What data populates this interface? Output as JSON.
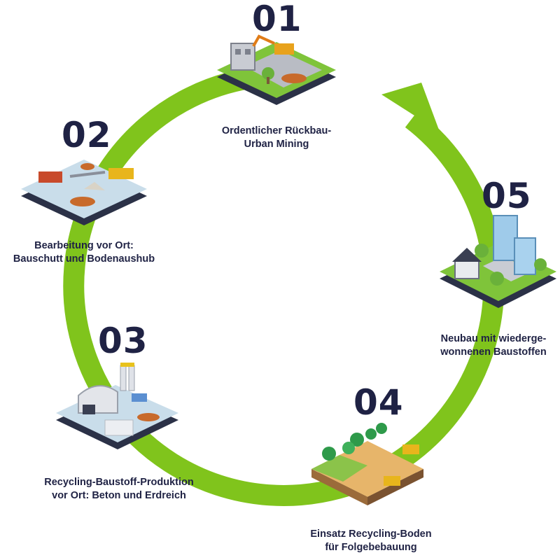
{
  "colors": {
    "ring": "#80c41c",
    "text": "#1f2244"
  },
  "steps": [
    {
      "number": "01",
      "line1": "Ordentlicher Rückbau-",
      "line2": "Urban Mining"
    },
    {
      "number": "02",
      "line1": "Bearbeitung vor Ort:",
      "line2": "Bauschutt und Bodenaushub"
    },
    {
      "number": "03",
      "line1": "Recycling-Baustoff-Produktion",
      "line2": "vor Ort: Beton und Erdreich"
    },
    {
      "number": "04",
      "line1": "Einsatz Recycling-Boden",
      "line2": "für Folgebebauung"
    },
    {
      "number": "05",
      "line1": "Neubau mit wiederge-",
      "line2": "wonnenen Baustoffen"
    }
  ]
}
